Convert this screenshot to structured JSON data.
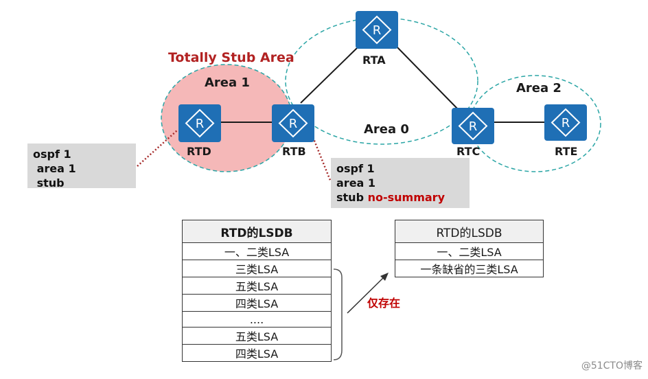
{
  "areas": {
    "totally_stub_title": "Totally Stub Area",
    "area1": "Area 1",
    "area0": "Area 0",
    "area2": "Area 2"
  },
  "routers": {
    "rta": "RTA",
    "rtb": "RTB",
    "rtc": "RTC",
    "rtd": "RTD",
    "rte": "RTE"
  },
  "config_rtd": {
    "line1": "ospf 1",
    "line2": " area 1",
    "line3": " stub"
  },
  "config_rtb": {
    "line1": "ospf 1",
    "line2": "area 1",
    "line3_a": "stub ",
    "line3_b": "no-summary"
  },
  "lsdb_left": {
    "header": "RTD的LSDB",
    "rows": [
      "一、二类LSA",
      "三类LSA",
      "五类LSA",
      "四类LSA",
      "....",
      "五类LSA",
      "四类LSA"
    ]
  },
  "lsdb_right": {
    "header": "RTD的LSDB",
    "rows": [
      "一、二类LSA",
      "一条缺省的三类LSA"
    ]
  },
  "only_exist_note": "仅存在",
  "watermark": "@51CTO博客",
  "colors": {
    "router_blue": "#1f6fb5",
    "area_dash": "#2aa5a5",
    "stub_fill": "#f5b8b8",
    "accent_red": "#c00000"
  }
}
